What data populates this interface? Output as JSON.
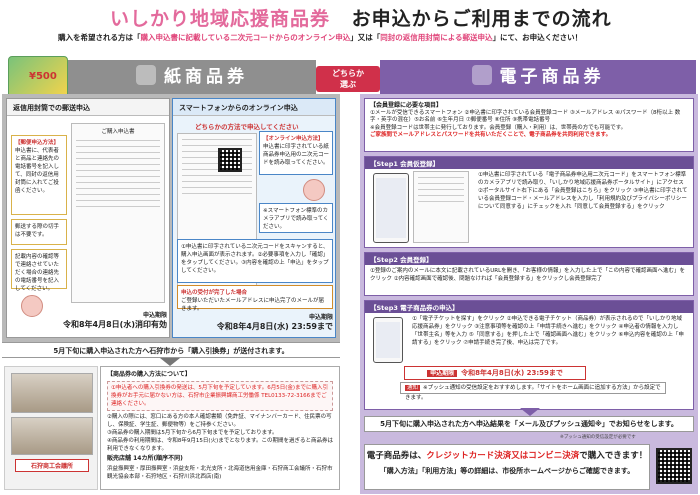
{
  "header": {
    "title_part1": "いしかり地域応援商品券",
    "title_part2": "お申込からご利用までの流れ",
    "subtitle_prefix": "購入を希望される方は「",
    "subtitle_online": "購入申込書に記載している二次元コードからのオンライン申込",
    "subtitle_mid": "」又は「",
    "subtitle_mail": "同封の返信用封筒による郵送申込",
    "subtitle_suffix": "」にて、お申込ください！"
  },
  "logo": {
    "amount": "¥500"
  },
  "choice_tag": {
    "line1": "どちらか",
    "line2": "選ぶ"
  },
  "paper": {
    "band_label": "紙商品券",
    "mail_panel": {
      "head": "返信用封筒での郵送申込",
      "how_title": "【郵便申込方法】",
      "how_text": "申込書に、代表者と商品と連絡先の電話番号を記入して、同封の返信用封筒に入れてご投函ください。",
      "stamp_note": "郵送する際の切手は不要です。",
      "copy_note": "記載内容の確認等で連絡させていただく場合の連絡先の電話番号を記入してください。",
      "form_caption": "ご購入申込書",
      "deadline_label": "申込期限",
      "deadline": "令和8年4月8日(水)消印有効"
    },
    "online_panel": {
      "head": "スマートフォンからのオンライン申込",
      "choose_label": "どちらかの方法で申込してください",
      "online_title": "【オンライン申込方法】",
      "online_text": "申込書に印字されている紙商品券申込用の二次元コードを読み取ってください。",
      "camera_title": "※スマートフォン標準のカメラアプリで読み取ってください。",
      "steps_text": "①申込書に印字されている二次元コードをスキャンすると、購入申込画面が表示されます。②必要事項を入力し「確認」をタップしてください。③内容を確認の上「申込」をタップしてください。",
      "receipt_title": "申込の受付が完了した場合",
      "receipt_text": "ご登録いただいたメールアドレスに申込完了のメールが届きます。",
      "deadline_label": "申込期限",
      "deadline": "令和8年4月8日(水) 23:59まで"
    },
    "flow_text": "5月下旬に購入申込された方へ石狩市から「購入引換券」が送付されます。",
    "exchange": {
      "title": "【商品券の購入方法について】",
      "box_text": "①申込者への購入引換券の発送は、5月下旬を予定しています。6月5日(金)までに購入引換券がお手元に届かない方は、石狩市企業振興課商工労働係 TEL0133-72-3166までご連絡ください。",
      "item2": "②購入の際には、窓口にある方の本人確認書類（免許証、マイナンバーカード、住民票の写し、保険証、学生証、郵便物等）をご持参ください。",
      "item3": "③商品券の購入期間は5月下旬から6月下旬までを予定しております。",
      "item4": "④商品券の利用期間は、令和8年9月15日(火)までとなります。この期間を過ぎると商品券は利用できなくなります。",
      "sales_title": "販売店舗 14カ所(順序不同)",
      "sales_text": "浜益振興室・厚田振興室・浜益支所・北光支所・北海道信用金庫・石狩商工会議所・石狩市観光協会本部・石狩地区・石狩川浜北西店(南)"
    },
    "shop_label": "石狩商工会議所"
  },
  "digital": {
    "band_label": "電子商品券",
    "reg_notes": {
      "title": "【会員登録に必要な項目】",
      "items": "①メールが受信できるスマートフォン ②申込書に印字されている会員登録コード ③メールアドレス ④パスワード（8桁以上 数字・英字の混在）⑤お名前 ⑥生年月日 ⑦郵便番号 ⑧住所 ⑨携帯電話番号",
      "note": "※会員登録コードは世帯主に発行しております。会員登録（購入・利用）は、世帯員の方でも可能です。",
      "warning": "ご家族間でメールアドレスとパスワードを共有いただくことで、電子商品券を共同利用できます。"
    },
    "step1": {
      "head": "【Step1 会員仮登録】",
      "text": "①申込書に印字されている「電子商品券申込用二次元コード」をスマートフォン標準のカメラアプリで読み取り、「いしかり地域応援商品券ポータルサイト」にアクセス ②ポータルサイト右下にある「会員登録はこちら」をクリック ③申込書に印字されている会員登録コード・メールアドレスを入力し「利用規約及びプライバシーポリシーについて同意する」にチェックを入れ「同意して会員登録する」をクリック"
    },
    "step2": {
      "head": "【Step2 会員登録】",
      "text": "①登録のご案内のメールに本文に記載されているURLを開き、「お客様の情報」を入力した上で「この内容で確認画面へ進む」をクリック ②内容確認画面で確認後、問題なければ「会員登録する」をクリックし会員登録完了"
    },
    "step3": {
      "head": "【Step3 電子商品券の申込】",
      "text": "①「電子チケットを探す」をクリック ②申込できる電子チケット（商品券）が表示されるので「いしかり地域応援商品券」をクリック ③注意事項等を確認の上「申請手続きへ進む」をクリック ④申込者の情報を入力し「世帯主名」等を入力 ⑤「同意する」を押した上で「確認画面へ進む」をクリック ⑥申込内容を確認の上「申請する」をクリック ⑦申請手続き完了後、申込は完了です。"
    },
    "deadline_tag": "申込期限",
    "deadline": "令和8年4月8日(水) 23:59まで",
    "push_tag": "通知",
    "push_note": "※プッシュ通知の受信設定をおすすめします。「サイトをホーム画面に追加する方法」から設定できます。",
    "flow_text": "5月下旬に購入申込された方へ申込結果を「メール及びプッシュ通知※」でお知らせをします。",
    "footnote": "※プッシュ通知の受信設定が必要です",
    "bottom_line1_pre": "電子商品券は、",
    "bottom_line1_red": "クレジットカード決済又はコンビニ決済",
    "bottom_line1_post": "で購入できます！",
    "bottom_line2": "「購入方法」「利用方法」等の詳細は、市役所ホームページからご確認できます。"
  },
  "colors": {
    "pink": "#e36a9c",
    "purple": "#7e5fa8",
    "red": "#d22222",
    "gray": "#8f8f8f"
  }
}
